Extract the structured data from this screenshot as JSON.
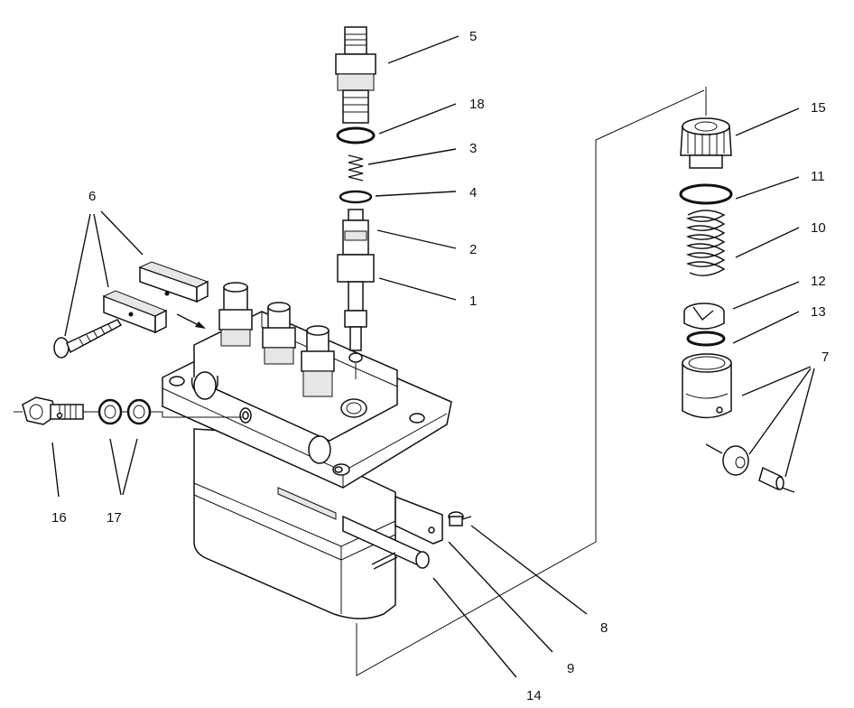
{
  "diagram": {
    "title": "",
    "callouts": [
      {
        "id": "c1",
        "label": "1"
      },
      {
        "id": "c2",
        "label": "2"
      },
      {
        "id": "c3",
        "label": "3"
      },
      {
        "id": "c4",
        "label": "4"
      },
      {
        "id": "c5",
        "label": "5"
      },
      {
        "id": "c6",
        "label": "6"
      },
      {
        "id": "c7",
        "label": "7"
      },
      {
        "id": "c8",
        "label": "8"
      },
      {
        "id": "c9",
        "label": "9"
      },
      {
        "id": "c10",
        "label": "10"
      },
      {
        "id": "c11",
        "label": "11"
      },
      {
        "id": "c12",
        "label": "12"
      },
      {
        "id": "c13",
        "label": "13"
      },
      {
        "id": "c14",
        "label": "14"
      },
      {
        "id": "c15",
        "label": "15"
      },
      {
        "id": "c16",
        "label": "16"
      },
      {
        "id": "c17",
        "label": "17"
      },
      {
        "id": "c18",
        "label": "18"
      }
    ]
  }
}
